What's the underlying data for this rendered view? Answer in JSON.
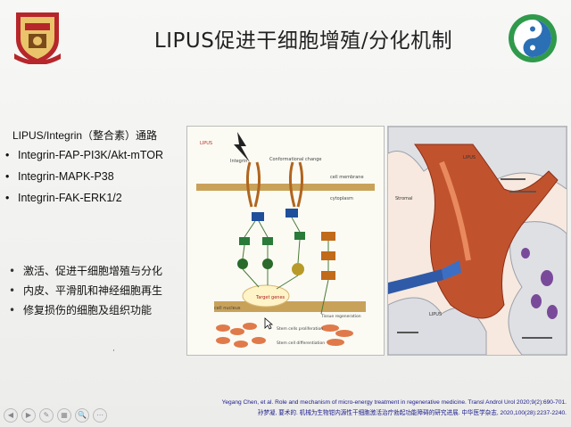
{
  "slide": {
    "title": "LIPUS促进干细胞增殖/分化机制",
    "pathway_heading": "LIPUS/Integrin（整合素）通路",
    "pathways": [
      "Integrin-FAP-PI3K/Akt-mTOR",
      "Integrin-MAPK-P38",
      "Integrin-FAK-ERK1/2"
    ],
    "effects": [
      "激活、促进干细胞增殖与分化",
      "内皮、平滑肌和神经细胞再生",
      "修复损伤的细胞及组织功能"
    ],
    "bullet_mark": "•",
    "small_mark": "·",
    "citation_line1": "Yegang Chen, et al. Role and mechanism of micro-energy treatment in regenerative medicine. Transl Androl Urol 2020;9(2):690-701.",
    "citation_line2": "孙梦凝, 要术的. 机械为生物钳内源性干细胞激活治疗勃起功能障碍的研究进展. 中华医学杂志, 2020,100(28):2237-2240."
  },
  "figure_labels": {
    "fig1": [
      "Integrin",
      "Conformational change",
      "cell membrane",
      "cytoplasm",
      "cell nucleus",
      "Target genes",
      "Stem cells proliferation",
      "Stem cell differentiation",
      "Tissue regeneration"
    ],
    "fig2": [
      "LIPUS",
      "Stromal",
      "LIPUS"
    ]
  },
  "player": {
    "buttons": [
      "◀",
      "▶",
      "✎",
      "▦",
      "🔍",
      "⋯"
    ]
  },
  "colors": {
    "title": "#222222",
    "citation": "#1a1a8a",
    "membrane": "#c9a25a",
    "stroma": "#c0532e"
  }
}
